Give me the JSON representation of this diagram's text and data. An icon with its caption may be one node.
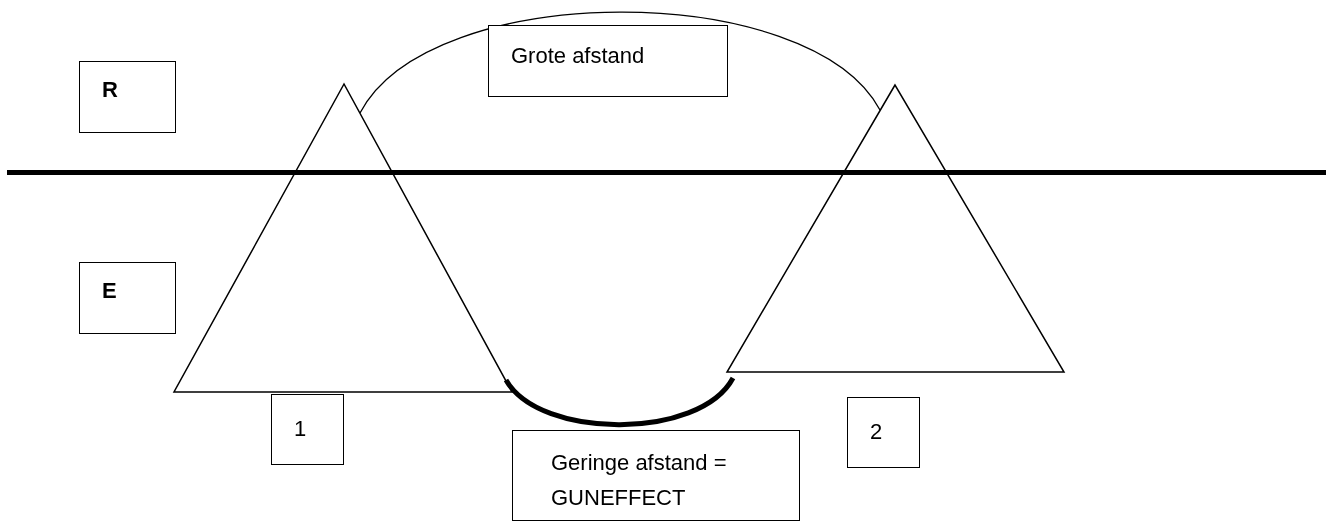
{
  "diagram": {
    "nodes": [
      {
        "text": [
          "R"
        ]
      },
      {
        "text": [
          "Grote afstand"
        ]
      },
      {
        "text": [],
        "shape": "triangle"
      },
      {
        "text": [],
        "shape": "triangle"
      },
      {
        "text": [
          "E"
        ]
      },
      {
        "text": [
          "1"
        ]
      },
      {
        "text": [
          "Geringe afstand = GUNEFFECT"
        ]
      },
      {
        "text": [
          "2"
        ]
      }
    ],
    "edges": [
      {
        "from": 2,
        "to": 3,
        "arrow": "none"
      },
      {
        "from": 2,
        "to": 3,
        "arrow": "none",
        "style": "thick"
      }
    ]
  }
}
